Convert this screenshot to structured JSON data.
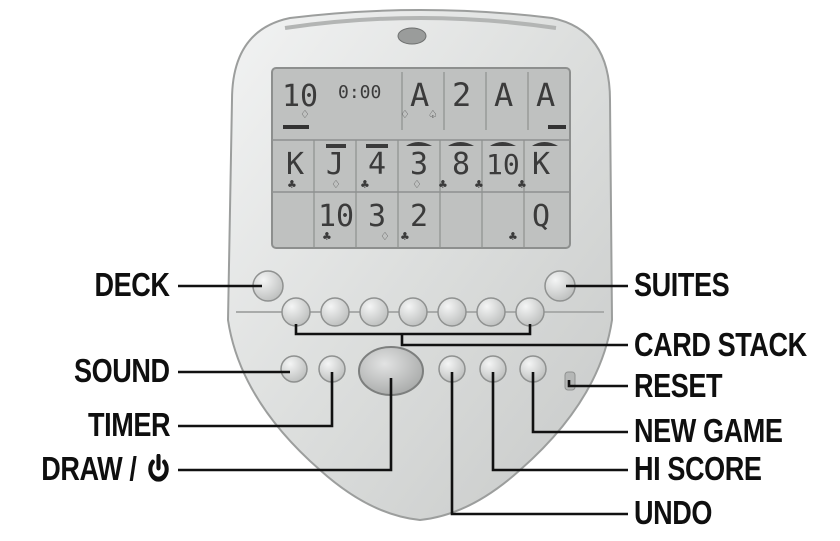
{
  "device": {
    "name": "handheld solitaire game",
    "lcd": {
      "top_left_value": "10",
      "timer_value": "0:00",
      "foundation_cards": [
        "A",
        "2",
        "A",
        "A"
      ],
      "tableau_top": [
        "K",
        "J",
        "4",
        "3",
        "8",
        "10",
        "K"
      ],
      "tableau_bottom": [
        "",
        "10",
        "3",
        "2",
        "",
        "",
        "Q"
      ]
    }
  },
  "labels": {
    "deck": "DECK",
    "sound": "SOUND",
    "timer": "TIMER",
    "draw": "DRAW /",
    "power_icon": "power-icon",
    "suites": "SUITES",
    "card_stack": "CARD STACK",
    "reset": "RESET",
    "new_game": "NEW GAME",
    "hi_score": "HI SCORE",
    "undo": "UNDO"
  },
  "colors": {
    "ink": "#0f0f0f",
    "body": "#dcdedd",
    "lcd": "#bdbfbe",
    "button": "#cfd1d0"
  }
}
